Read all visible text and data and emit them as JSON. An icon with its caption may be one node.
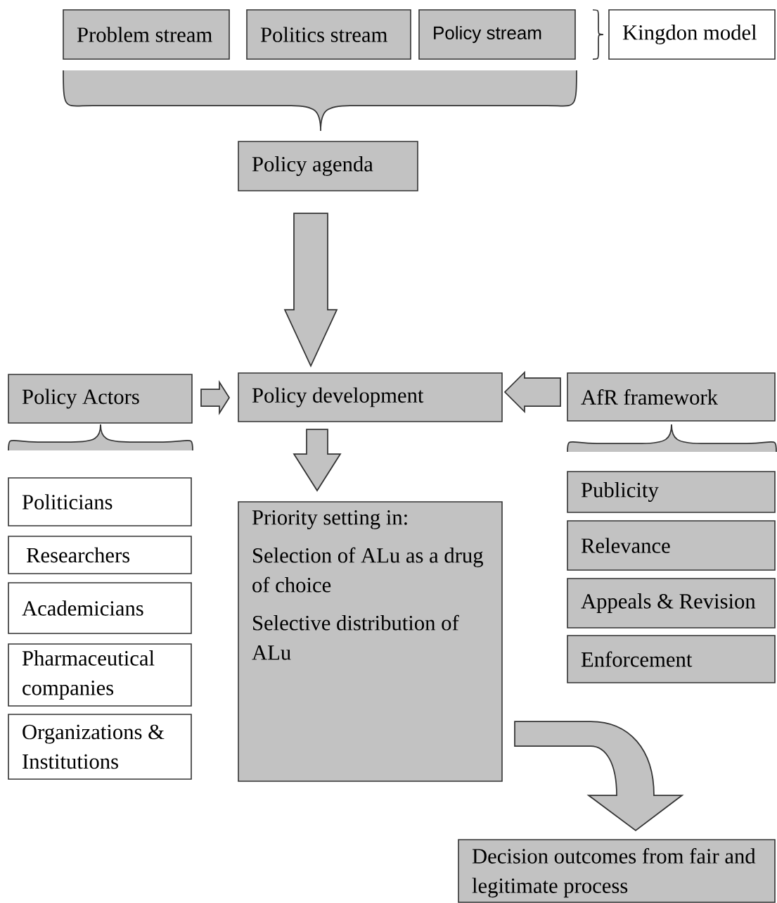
{
  "diagram": {
    "nodes": [
      {
        "text": [
          "Problem stream"
        ]
      },
      {
        "text": [
          "Politics stream"
        ]
      },
      {
        "text": [
          "Policy stream"
        ]
      },
      {
        "text": [
          "Kingdon model"
        ]
      },
      {
        "text": [
          "Policy agenda"
        ]
      },
      {
        "text": [
          "Policy development"
        ]
      },
      {
        "text": [
          "Policy Actors"
        ]
      },
      {
        "text": [
          "AfR framework"
        ]
      },
      {
        "text": [
          "Politicians"
        ]
      },
      {
        "text": [
          "Researchers"
        ]
      },
      {
        "text": [
          "Academicians"
        ]
      },
      {
        "text": [
          "Pharmaceutical companies"
        ]
      },
      {
        "text": [
          "Organizations & Institutions"
        ]
      },
      {
        "text": [
          "Priority setting in:",
          "Selection of ALu as a drug of choice",
          "Selective distribution of ALu"
        ]
      },
      {
        "text": [
          "Publicity"
        ]
      },
      {
        "text": [
          "Relevance"
        ]
      },
      {
        "text": [
          "Appeals & Revision"
        ]
      },
      {
        "text": [
          "Enforcement"
        ]
      },
      {
        "text": [
          "Decision outcomes from fair and legitimate process"
        ]
      }
    ],
    "edges": [
      {
        "from": 4,
        "to": 5,
        "arrow": "to"
      },
      {
        "from": 6,
        "to": 5,
        "arrow": "to"
      },
      {
        "from": 7,
        "to": 5,
        "arrow": "to"
      },
      {
        "from": 5,
        "to": 13,
        "arrow": "to"
      },
      {
        "from": 13,
        "to": 18,
        "arrow": "to"
      }
    ]
  }
}
